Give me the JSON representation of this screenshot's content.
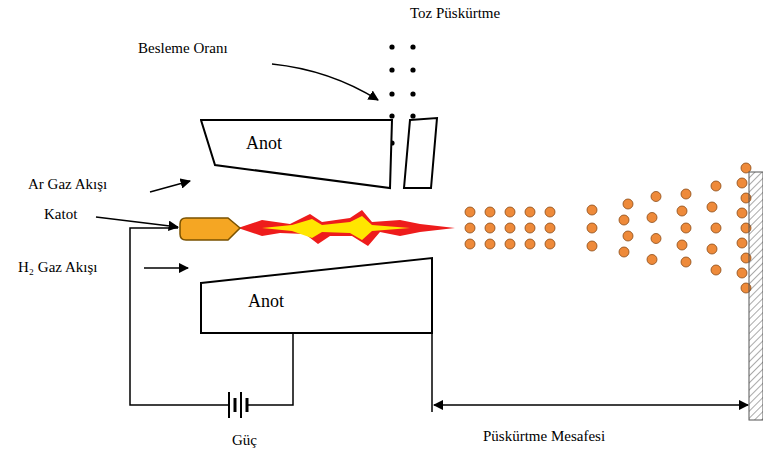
{
  "diagram": {
    "nodes": [
      {
        "text": [
          "Anot"
        ]
      },
      {
        "text": [
          "Anot"
        ]
      }
    ],
    "labels": [
      "Toz Püskürtme",
      "Besleme Oranı",
      "Ar Gaz Akışı",
      "Katot",
      "H₂ Gaz Akışı",
      "Güç",
      "Püskürtme Mesafesi"
    ]
  }
}
